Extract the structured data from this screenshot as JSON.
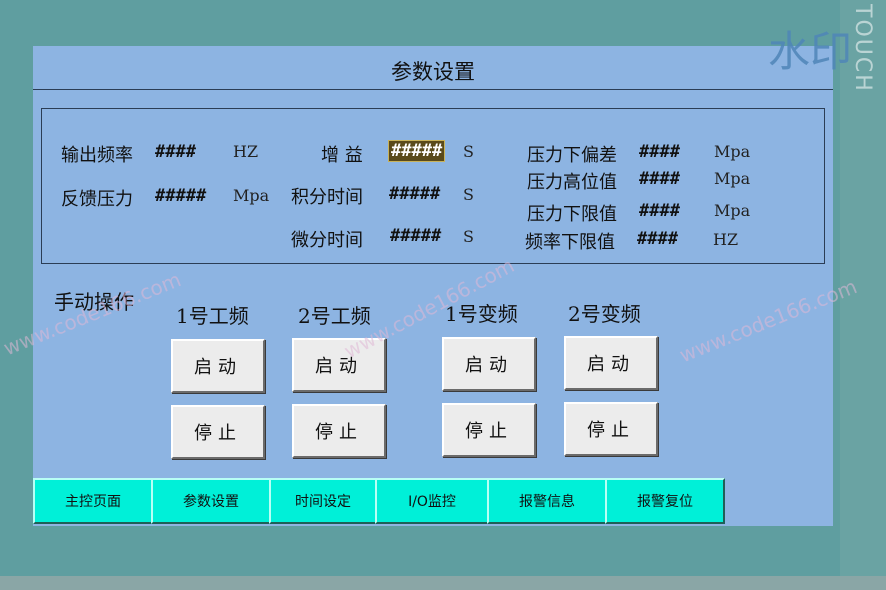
{
  "title": "参数设置",
  "params": {
    "output_freq": {
      "label": "输出频率",
      "value": "####",
      "unit": "HZ"
    },
    "feedback_pressure": {
      "label": "反馈压力",
      "value": "#####",
      "unit": "Mpa"
    },
    "gain": {
      "label": "增  益",
      "value": "#####",
      "unit": "S"
    },
    "integral_time": {
      "label": "积分时间",
      "value": "#####",
      "unit": "S"
    },
    "derivative_time": {
      "label": "微分时间",
      "value": "#####",
      "unit": "S"
    },
    "pressure_lower_dev": {
      "label": "压力下偏差",
      "value": "####",
      "unit": "Mpa"
    },
    "pressure_high_limit": {
      "label": "压力高位值",
      "value": "####",
      "unit": "Mpa"
    },
    "pressure_low_limit": {
      "label": "压力下限值",
      "value": "####",
      "unit": "Mpa"
    },
    "freq_low_limit": {
      "label": "频率下限值",
      "value": "####",
      "unit": "HZ"
    }
  },
  "manual": {
    "label": "手动操作",
    "groups": [
      {
        "label": "1号工频",
        "start": "启动",
        "stop": "停止"
      },
      {
        "label": "2号工频",
        "start": "启动",
        "stop": "停止"
      },
      {
        "label": "1号变频",
        "start": "启动",
        "stop": "停止"
      },
      {
        "label": "2号变频",
        "start": "启动",
        "stop": "停止"
      }
    ]
  },
  "nav": [
    "主控页面",
    "参数设置",
    "时间设定",
    "I/O监控",
    "报警信息",
    "报警复位"
  ],
  "watermark": {
    "logo": "水印",
    "side": "TOUCH",
    "text": "www.code166.com"
  },
  "colors": {
    "screen_bg": "#8db4e2",
    "nav_bg": "#00f0d8",
    "bezel": "#5f9ea0"
  }
}
